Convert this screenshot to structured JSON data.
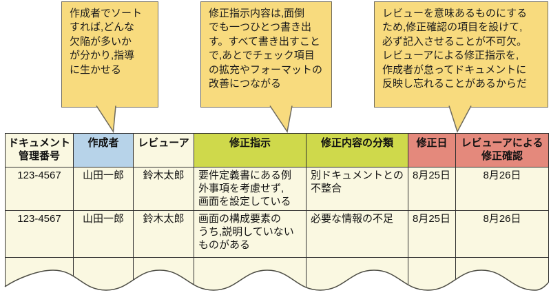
{
  "callouts": [
    {
      "text": "作成者でソート\nすれば,どんな\n欠陥が多いか\nが分かり,指導\nに生かせる"
    },
    {
      "text": "修正指示内容は,面倒\nでも一つひとつ書き出\nす。すべて書き出すこと\nで,あとでチェック項目\nの拡充やフォーマットの\n改善につながる"
    },
    {
      "text": "レビューを意味あるものにする\nため,修正確認の項目を設けて,\n必ず記入させることが不可欠。\nレビューアによる修正指示を,\n作成者が怠ってドキュメントに\n反映し忘れることがあるからだ"
    }
  ],
  "table": {
    "columns": [
      {
        "label": "ドキュメント\n管理番号"
      },
      {
        "label": "作成者"
      },
      {
        "label": "レビューア"
      },
      {
        "label": "修正指示"
      },
      {
        "label": "修正内容の分類"
      },
      {
        "label": "修正日"
      },
      {
        "label": "レビューアによる\n修正確認"
      }
    ],
    "rows": [
      [
        "123-4567",
        "山田一郎",
        "鈴木太郎",
        "要件定義書にある例\n外事項を考慮せず,\n画面を設定している",
        "別ドキュメントとの\n不整合",
        "8月25日",
        "8月26日"
      ],
      [
        "123-4567",
        "山田一郎",
        "鈴木太郎",
        "画面の構成要素の\nうち,説明していない\nものがある",
        "必要な情報の不足",
        "8月25日",
        "8月26日"
      ]
    ]
  },
  "colors": {
    "callout_fill": "#F8DB7E",
    "callout_border": "#6e6a5d",
    "header_blue": "#B7D3E9",
    "header_green": "#CFD94B",
    "header_red": "#E4897C",
    "cell_cream": "#FAF8E1",
    "border_dark": "#2F2F2F",
    "wave_stroke": "#4C4C44"
  }
}
